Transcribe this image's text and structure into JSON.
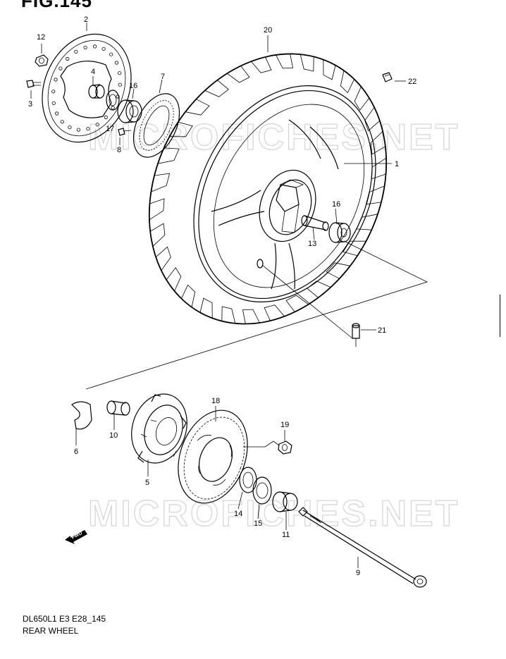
{
  "figure": {
    "title": "FIG.145",
    "model_code": "DL650L1 E3 E28_145",
    "caption": "REAR WHEEL"
  },
  "watermark": {
    "text": "MICROFICHES.NET"
  },
  "fwd_label": "FWD",
  "callouts": [
    {
      "id": "c1",
      "label": "1"
    },
    {
      "id": "c2",
      "label": "2"
    },
    {
      "id": "c3",
      "label": "3"
    },
    {
      "id": "c4",
      "label": "4"
    },
    {
      "id": "c5",
      "label": "5"
    },
    {
      "id": "c6",
      "label": "6"
    },
    {
      "id": "c7",
      "label": "7"
    },
    {
      "id": "c8",
      "label": "8"
    },
    {
      "id": "c9",
      "label": "9"
    },
    {
      "id": "c10",
      "label": "10"
    },
    {
      "id": "c11",
      "label": "11"
    },
    {
      "id": "c12",
      "label": "12"
    },
    {
      "id": "c13",
      "label": "13"
    },
    {
      "id": "c14",
      "label": "14"
    },
    {
      "id": "c15",
      "label": "15"
    },
    {
      "id": "c16a",
      "label": "16"
    },
    {
      "id": "c16b",
      "label": "16"
    },
    {
      "id": "c17",
      "label": "17"
    },
    {
      "id": "c18",
      "label": "18"
    },
    {
      "id": "c19",
      "label": "19"
    },
    {
      "id": "c20",
      "label": "20"
    },
    {
      "id": "c21",
      "label": "21"
    },
    {
      "id": "c22",
      "label": "22"
    }
  ]
}
